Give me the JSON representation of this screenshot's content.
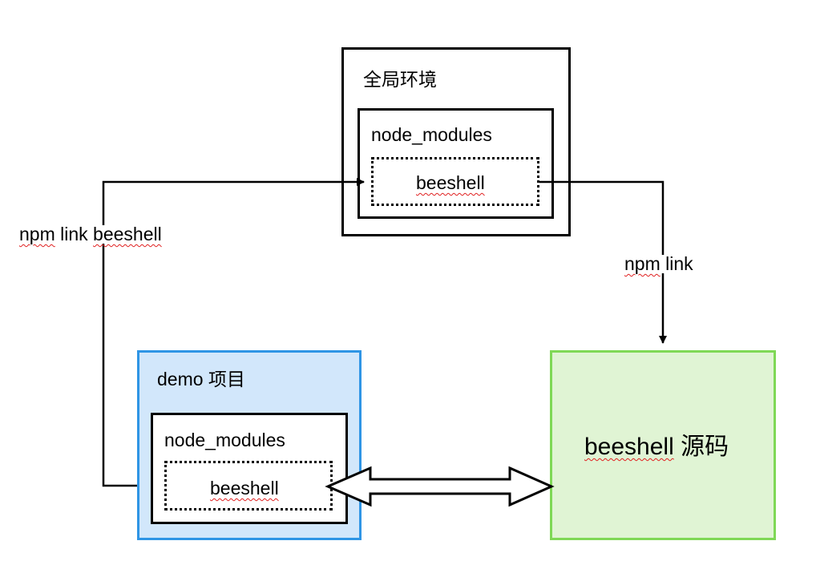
{
  "global_env": {
    "title": "全局环境",
    "node_modules_label": "node_modules",
    "package_label": "beeshell"
  },
  "demo_project": {
    "title": "demo 项目",
    "node_modules_label": "node_modules",
    "package_label": "beeshell"
  },
  "source": {
    "label_word": "beeshell",
    "label_suffix": " 源码"
  },
  "connectors": {
    "left_link_label_prefix": "npm",
    "left_link_label_mid": " link ",
    "left_link_label_suffix": "beeshell",
    "right_link_label_prefix": "npm",
    "right_link_label_suffix": " link"
  },
  "colors": {
    "demo_border": "#2f95e5",
    "demo_fill": "#d2e7fb",
    "source_border": "#7fd856",
    "source_fill": "#e0f4d4",
    "spellcheck_underline": "#e02020"
  }
}
